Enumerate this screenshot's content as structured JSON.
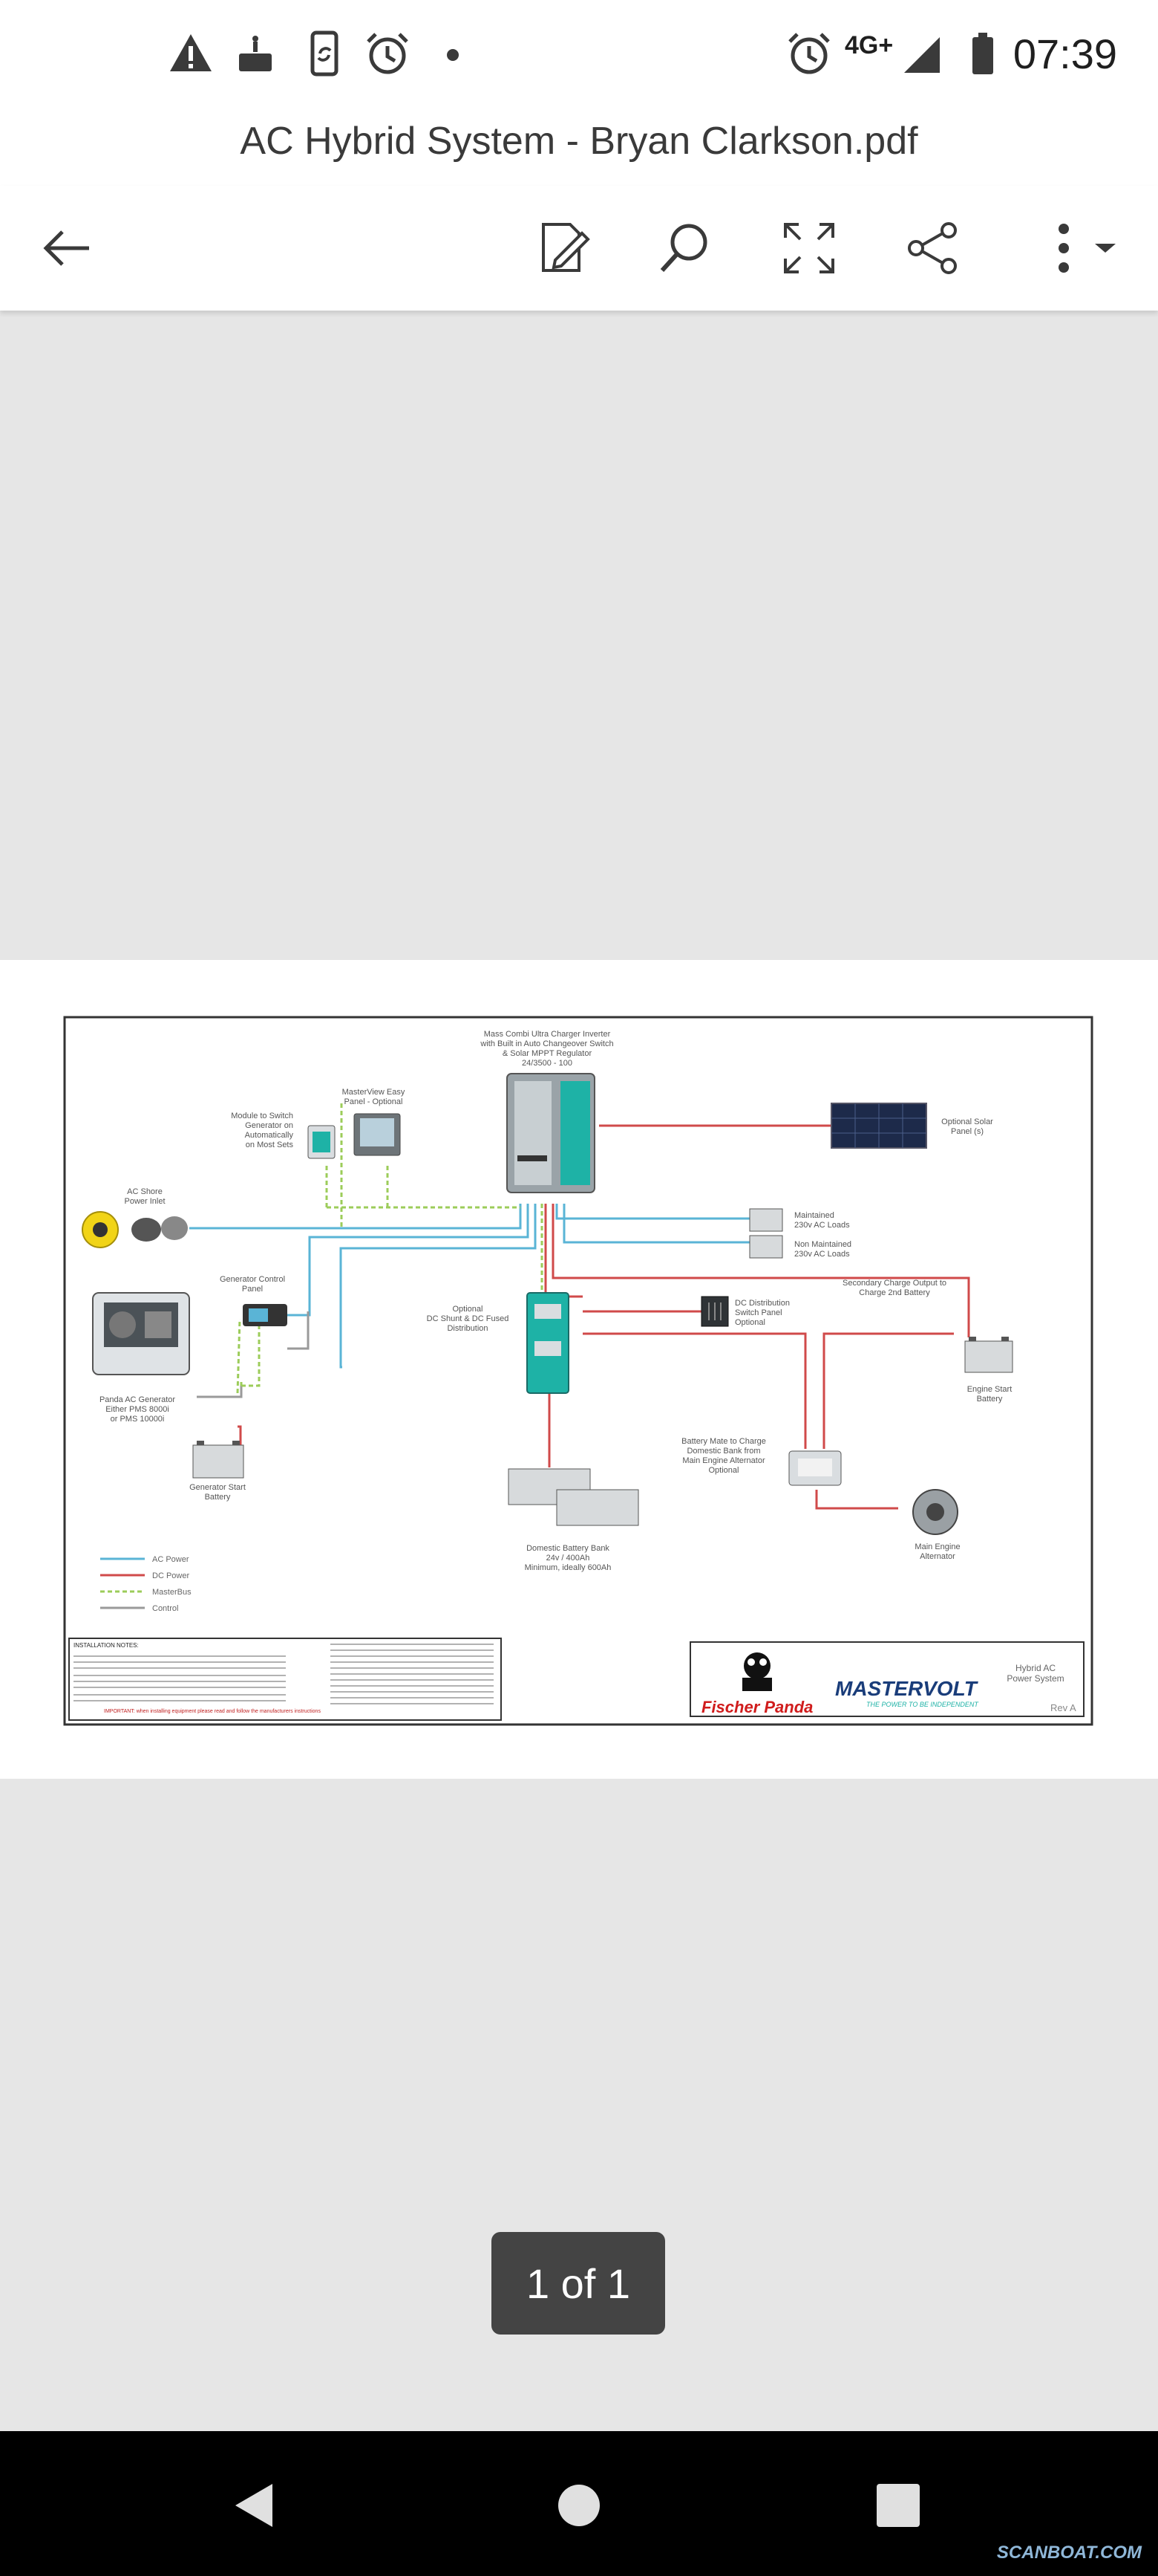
{
  "status_bar": {
    "time": "07:39",
    "network": "4G+",
    "icons": [
      "warning-icon",
      "cake-icon",
      "phone-sync-icon",
      "alarm-icon",
      "dot-icon",
      "alarm-icon",
      "signal-icon",
      "battery-icon"
    ]
  },
  "document": {
    "title": "AC Hybrid System - Bryan Clarkson.pdf"
  },
  "toolbar": {
    "icons": [
      "back-arrow-icon",
      "edit-icon",
      "search-icon",
      "fullscreen-icon",
      "share-icon",
      "more-icon"
    ]
  },
  "pager": {
    "label": "1 of 1"
  },
  "navigation": {
    "icons": [
      "back-triangle-icon",
      "home-circle-icon",
      "recents-square-icon"
    ]
  },
  "watermark": "SCANBOAT.COM",
  "diagram": {
    "inverter_label": [
      "Mass Combi Ultra Charger Inverter",
      "with Built in Auto Changeover Switch",
      "& Solar MPPT Regulator",
      "24/3500 - 100"
    ],
    "masterview_label": [
      "MasterView Easy",
      "Panel - Optional"
    ],
    "module_label": [
      "Module to Switch",
      "Generator on",
      "Automatically",
      "on Most Sets"
    ],
    "shore_label": [
      "AC Shore",
      "Power Inlet"
    ],
    "gen_control_label": [
      "Generator Control",
      "Panel"
    ],
    "panda_label": [
      "Panda AC Generator",
      "Either PMS 8000i",
      "or PMS 10000i"
    ],
    "gen_start_label": [
      "Generator Start",
      "Battery"
    ],
    "solar_label": [
      "Optional Solar",
      "Panel (s)"
    ],
    "maintained_label": [
      "Maintained",
      "230v AC Loads"
    ],
    "non_maintained_label": [
      "Non Maintained",
      "230v AC Loads"
    ],
    "secondary_label": [
      "Secondary Charge Output to",
      "Charge 2nd Battery"
    ],
    "shunt_label": [
      "Optional",
      "DC Shunt & DC Fused",
      "Distribution"
    ],
    "dc_dist_label": [
      "DC Distribution",
      "Switch Panel",
      "Optional"
    ],
    "engine_start_label": [
      "Engine Start",
      "Battery"
    ],
    "battery_mate_label": [
      "Battery Mate to Charge",
      "Domestic Bank from",
      "Main Engine Alternator",
      "Optional"
    ],
    "domestic_label": [
      "Domestic Battery Bank",
      "24v / 400Ah",
      "Minimum, ideally 600Ah"
    ],
    "alternator_label": [
      "Main Engine",
      "Alternator"
    ],
    "legend": [
      {
        "label": "AC Power",
        "color": "#5ab4d6"
      },
      {
        "label": "DC Power",
        "color": "#d04a4a"
      },
      {
        "label": "MasterBus",
        "color": "#9ccc5a"
      },
      {
        "label": "Control",
        "color": "#9a9a9a"
      }
    ],
    "title_block": {
      "brand_left": "Fischer Panda",
      "brand_right": "MASTERVOLT",
      "tagline": "THE POWER TO BE INDEPENDENT",
      "title": [
        "Hybrid AC",
        "Power System"
      ],
      "rev": "Rev A"
    },
    "notes": [
      "INSTALLATION NOTES:",
      "IMPORTANT: when installing equipment please read and follow the manufacturers instructions"
    ]
  }
}
